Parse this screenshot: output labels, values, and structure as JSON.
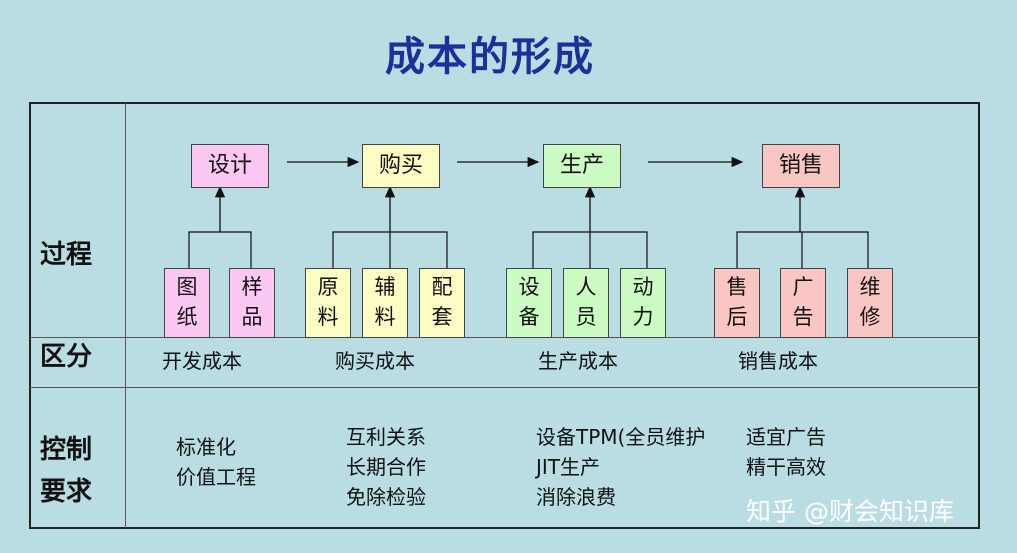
{
  "title": "成本的形成",
  "row_labels": {
    "process": "过程",
    "category": "区分",
    "control_1": "控制",
    "control_2": "要求"
  },
  "stages": [
    {
      "label": "设计",
      "color": "#fbc8f3",
      "subs": [
        [
          "图",
          "纸"
        ],
        [
          "样",
          "品"
        ]
      ]
    },
    {
      "label": "购买",
      "color": "#fdfcc4",
      "subs": [
        [
          "原",
          "料"
        ],
        [
          "辅",
          "料"
        ],
        [
          "配",
          "套"
        ]
      ]
    },
    {
      "label": "生产",
      "color": "#cdfbc4",
      "subs": [
        [
          "设",
          "备"
        ],
        [
          "人",
          "员"
        ],
        [
          "动",
          "力"
        ]
      ]
    },
    {
      "label": "销售",
      "color": "#fac6c4",
      "subs": [
        [
          "售",
          "后"
        ],
        [
          "广",
          "告"
        ],
        [
          "维",
          "修"
        ]
      ]
    }
  ],
  "categories": [
    "开发成本",
    "购买成本",
    "生产成本",
    "销售成本"
  ],
  "controls": {
    "design": [
      "标准化",
      "价值工程"
    ],
    "purchase": [
      "互利关系",
      "长期合作",
      "免除检验"
    ],
    "production": [
      "设备TPM(全员维护",
      "JIT生产",
      "消除浪费"
    ],
    "sales": [
      "适宜广告",
      "精干高效"
    ]
  },
  "watermark": "知乎 @财会知识库"
}
